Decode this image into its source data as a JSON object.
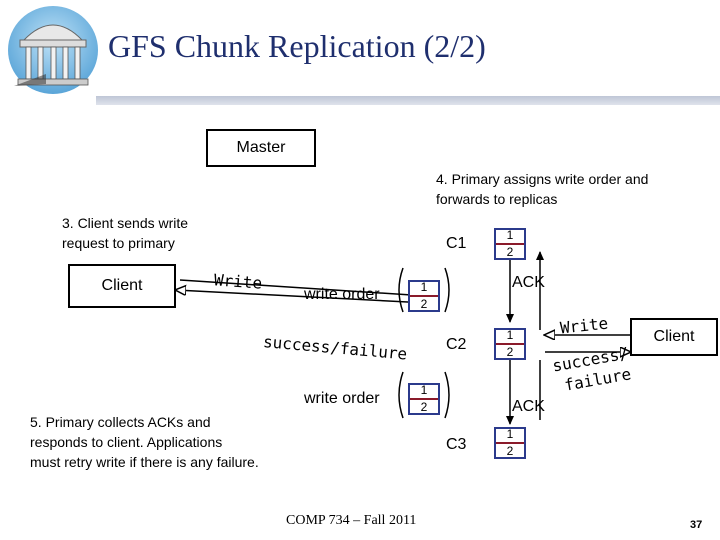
{
  "title": "GFS Chunk Replication (2/2)",
  "boxes": {
    "master": "Master",
    "client_left": "Client",
    "client_right": "Client",
    "c1": "C1",
    "c2": "C2",
    "c3": "C3"
  },
  "buffer": {
    "top": "1",
    "bottom": "2"
  },
  "notes": {
    "step3_line1": "3. Client sends write",
    "step3_line2": "request to primary",
    "step4_line1": "4. Primary assigns write order and",
    "step4_line2": "forwards to replicas",
    "step5_line1": "5. Primary collects ACKs and",
    "step5_line2": "responds to client.  Applications",
    "step5_line3": "must retry write if there is any failure."
  },
  "arrows": {
    "write_left": "Write",
    "success_failure_left": "success/failure",
    "write_order_1": "write order",
    "write_order_2": "write order",
    "ack_1": "ACK",
    "ack_2": "ACK",
    "write_right": "Write",
    "success_right": "success/",
    "failure_right": "failure"
  },
  "footer": "COMP 734 – Fall 2011",
  "page_number": "37",
  "logo": {
    "icon": "columned-pavilion-icon"
  }
}
